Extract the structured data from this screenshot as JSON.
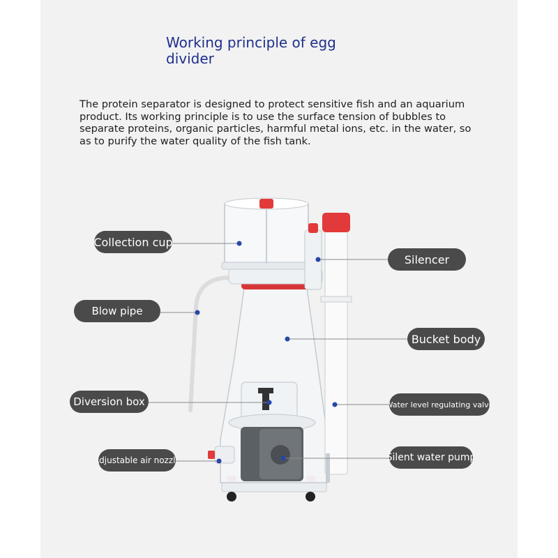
{
  "heading": "Working principle of egg divider",
  "description": "The protein separator is designed to protect sensitive fish and an aquarium product. Its working principle is to use the surface tension of bubbles to separate proteins, organic particles, harmful metal ions, etc. in the water, so as to purify the water quality of the fish tank.",
  "labels": {
    "collection_cup": "Collection cup",
    "blow_pipe": "Blow pipe",
    "diversion_box": "Diversion box",
    "air_nozzle": "Adjustable air nozzle",
    "silencer": "Silencer",
    "bucket_body": "Bucket body",
    "water_level_valve": "Water level regulating valve",
    "water_pump": "Silent water pump"
  },
  "colors": {
    "title": "#1f2f8c",
    "label_bg": "#4a4a4a",
    "marker": "#2846a8",
    "accent_red": "#e23a3a"
  }
}
